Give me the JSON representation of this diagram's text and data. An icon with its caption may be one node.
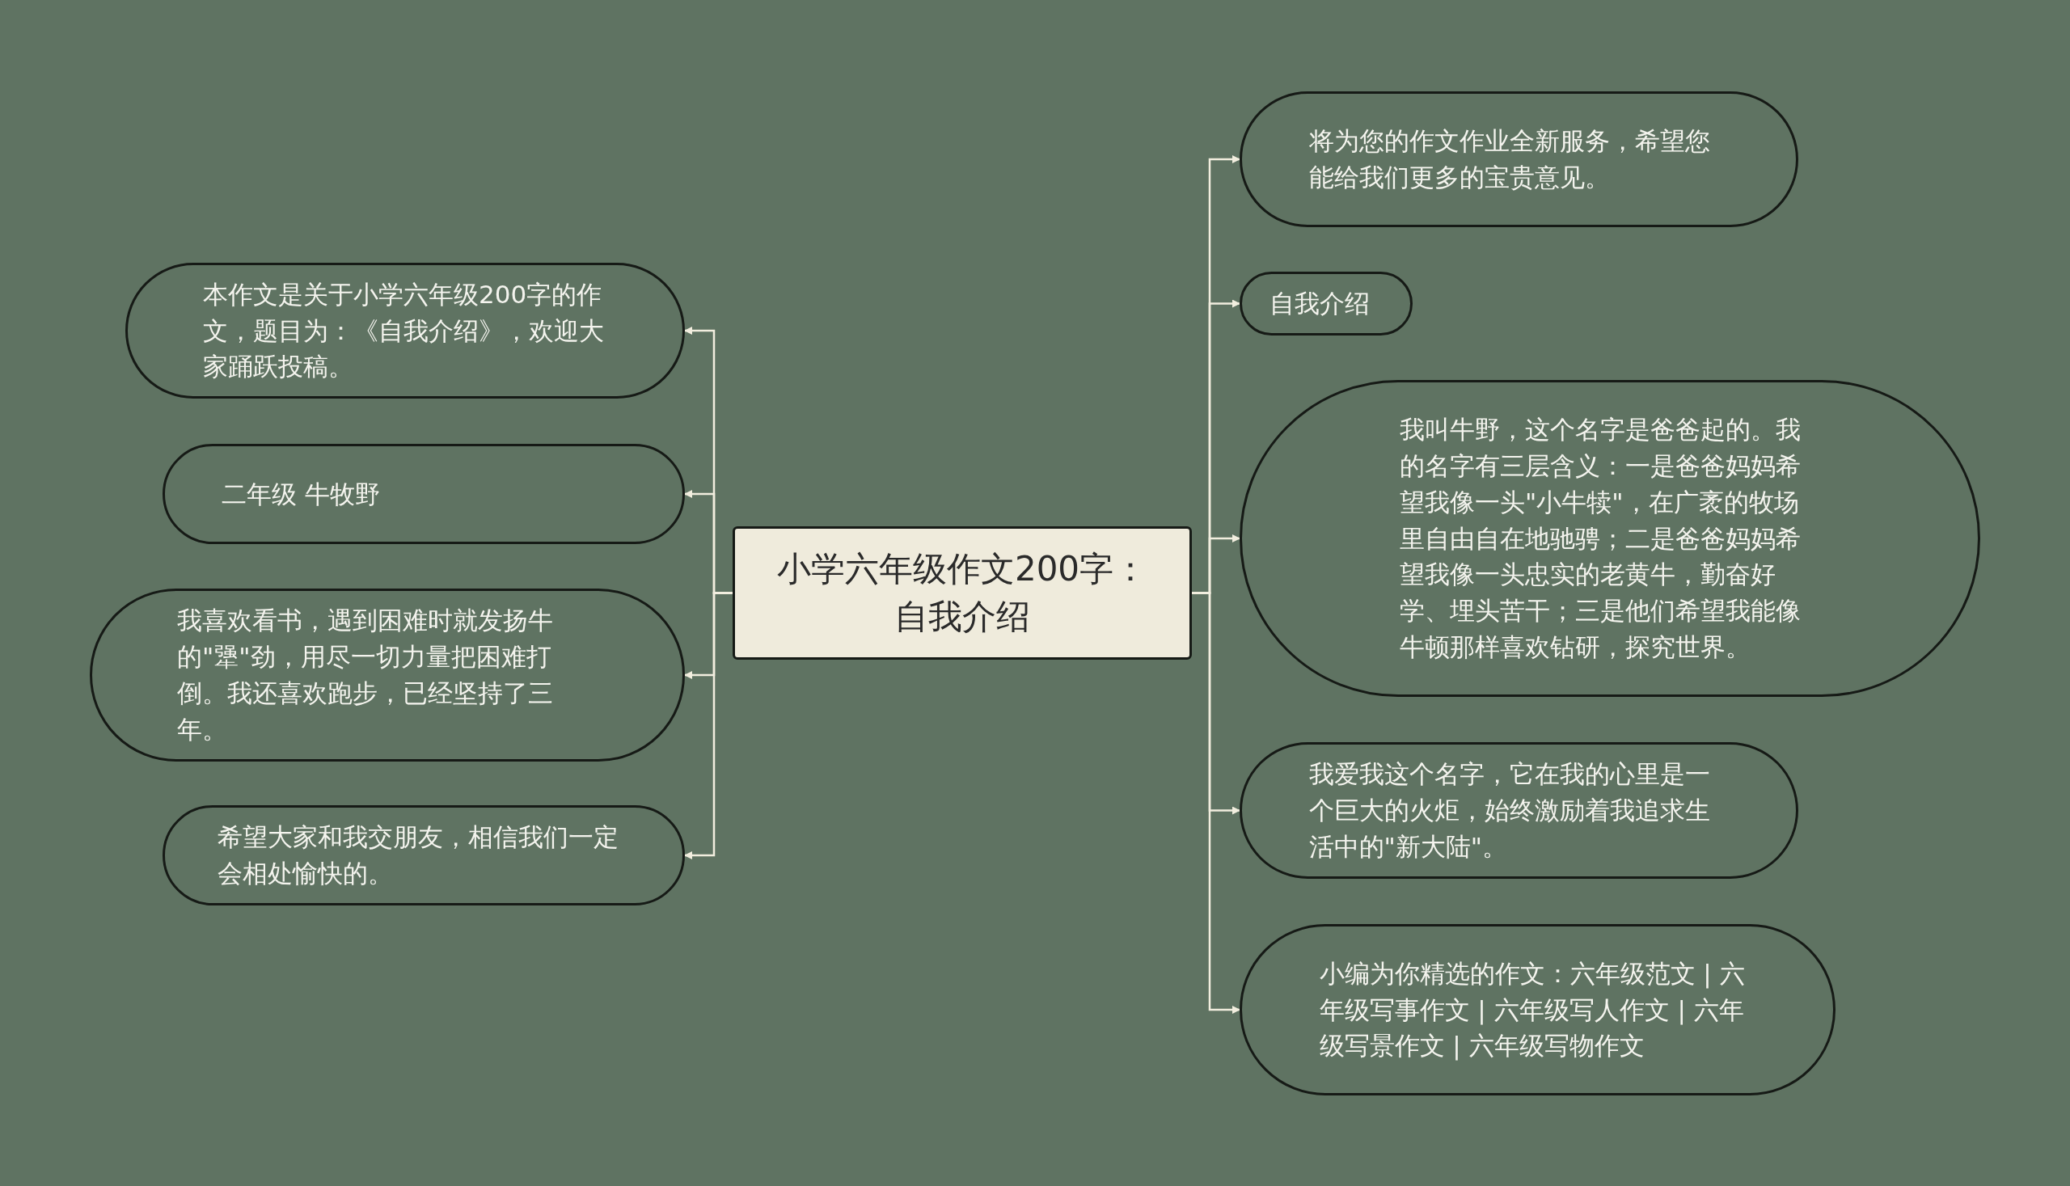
{
  "diagram": {
    "nodes": [
      {
        "text": [
          "小学六年级作文200字：自我介绍"
        ]
      },
      {
        "text": [
          "本作文是关于小学六年级200字的作文，题目为：《自我介绍》，欢迎大家踊跃投稿。"
        ]
      },
      {
        "text": [
          "二年级 牛牧野"
        ]
      },
      {
        "text": [
          "我喜欢看书，遇到困难时就发扬牛的\"犟\"劲，用尽一切力量把困难打倒。我还喜欢跑步，已经坚持了三年。"
        ]
      },
      {
        "text": [
          "希望大家和我交朋友，相信我们一定会相处愉快的。"
        ]
      },
      {
        "text": [
          "将为您的作文作业全新服务，希望您能给我们更多的宝贵意见。"
        ]
      },
      {
        "text": [
          "自我介绍"
        ]
      },
      {
        "text": [
          "我叫牛野，这个名字是爸爸起的。我的名字有三层含义：一是爸爸妈妈希望我像一头\"小牛犊\"，在广袤的牧场里自由自在地驰骋；二是爸爸妈妈希望我像一头忠实的老黄牛，勤奋好学、埋头苦干；三是他们希望我能像牛顿那样喜欢钻研，探究世界。"
        ]
      },
      {
        "text": [
          "我爱我这个名字，它在我的心里是一个巨大的火炬，始终激励着我追求生活中的\"新大陆\"。"
        ]
      },
      {
        "text": [
          "小编为你精选的作文：六年级范文 | 六年级写事作文 | 六年级写人作文 | 六年级写景作文 | 六年级写物作文"
        ]
      }
    ],
    "edges": [
      {
        "from": 0,
        "to": 1,
        "arrow": "to"
      },
      {
        "from": 0,
        "to": 2,
        "arrow": "to"
      },
      {
        "from": 0,
        "to": 3,
        "arrow": "to"
      },
      {
        "from": 0,
        "to": 4,
        "arrow": "to"
      },
      {
        "from": 0,
        "to": 5,
        "arrow": "to"
      },
      {
        "from": 0,
        "to": 6,
        "arrow": "to"
      },
      {
        "from": 0,
        "to": 7,
        "arrow": "to"
      },
      {
        "from": 0,
        "to": 8,
        "arrow": "to"
      },
      {
        "from": 0,
        "to": 9,
        "arrow": "to"
      }
    ]
  }
}
